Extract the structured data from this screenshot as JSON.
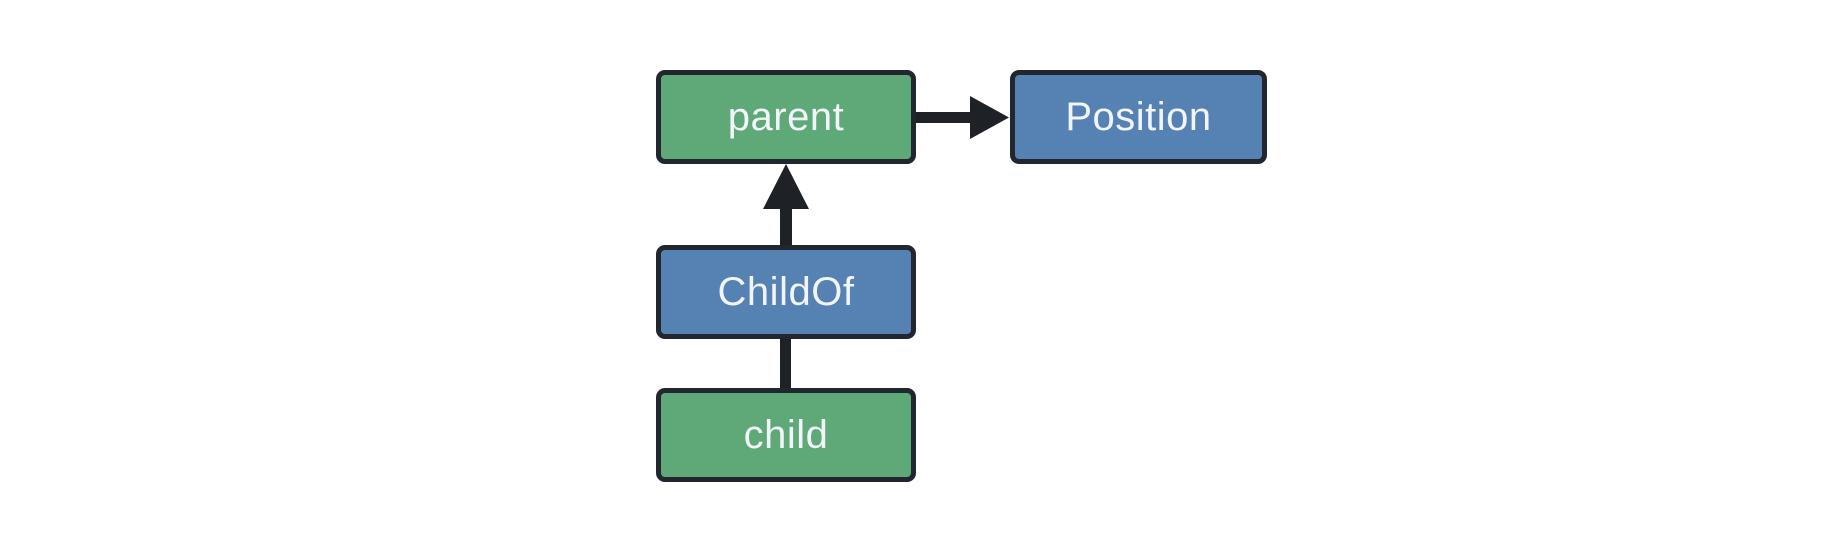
{
  "diagram": {
    "title": "entity-relationship diagram",
    "nodes": {
      "parent": {
        "label": "parent",
        "kind": "entity",
        "fill": "green"
      },
      "position": {
        "label": "Position",
        "kind": "component",
        "fill": "blue"
      },
      "childof": {
        "label": "ChildOf",
        "kind": "relationship",
        "fill": "blue"
      },
      "child": {
        "label": "child",
        "kind": "entity",
        "fill": "green"
      }
    },
    "edges": [
      {
        "from": "parent",
        "to": "position",
        "style": "arrow",
        "direction": "right"
      },
      {
        "from": "childof",
        "to": "parent",
        "style": "arrow",
        "direction": "up"
      },
      {
        "from": "child",
        "to": "childof",
        "style": "line",
        "direction": "up"
      }
    ]
  },
  "colors": {
    "entity_green": "#5fa877",
    "component_blue": "#5581b3",
    "node_border": "#22262e",
    "edge_color": "#1e2126",
    "label_text": "#f1f4f9",
    "page_bg": "#ffffff"
  }
}
